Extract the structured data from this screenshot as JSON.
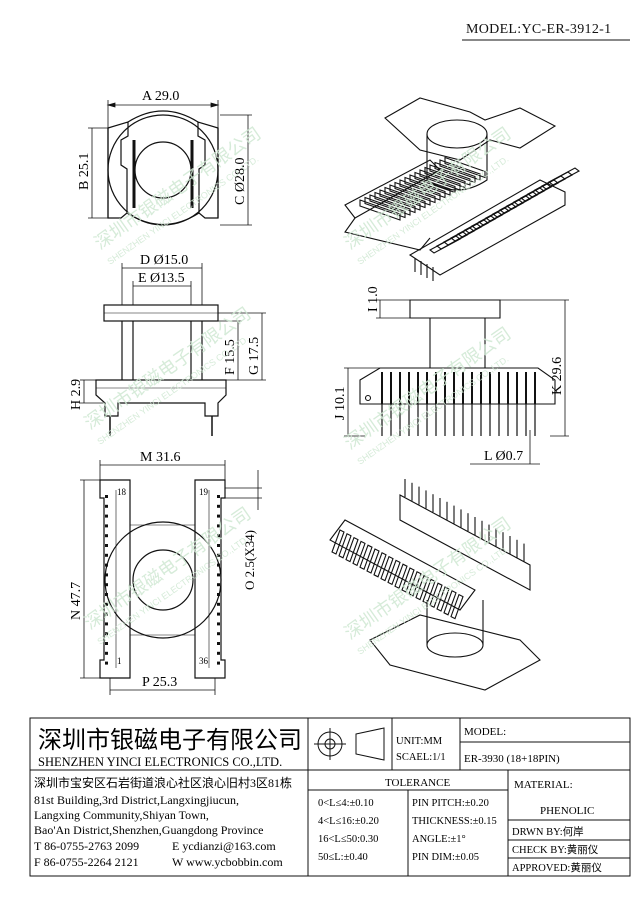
{
  "model_header": "MODEL:YC-ER-3912-1",
  "dims": {
    "A": "A 29.0",
    "B": "B 25.1",
    "C": "C Ø28.0",
    "D": "D Ø15.0",
    "E": "E Ø13.5",
    "F": "F 15.5",
    "G": "G 17.5",
    "H": "H 2.9",
    "I": "I 1.0",
    "J": "J 10.1",
    "K": "K 29.6",
    "L": "L Ø0.7",
    "M": "M 31.6",
    "N": "N 47.7",
    "O": "O 2.5(X34)",
    "P": "P 25.3"
  },
  "pins": {
    "p18": "18",
    "p19": "19",
    "p1": "1",
    "p36": "36"
  },
  "watermark": {
    "cn": "深圳市银磁电子有限公司",
    "en": "SHENZHEN YINCI ELECTRONICS CO.,LTD."
  },
  "company": {
    "name_cn": "深圳市银磁电子有限公司",
    "name_en": "SHENZHEN YINCI ELECTRONICS CO.,LTD.",
    "address_cn": "深圳市宝安区石岩街道浪心社区浪心旧村3区81栋",
    "address_en": [
      "81st Building,3rd District,Langxingjiucun,",
      "Langxing Community,Shiyan Town,",
      "Bao'An District,Shenzhen,Guangdong Province"
    ],
    "tel": "T 86-0755-2763 2099",
    "email": "E ycdianzi@163.com",
    "fax": "F 86-0755-2264 2121",
    "web": "W www.ycbobbin.com"
  },
  "unit": "UNIT:MM",
  "scale": "SCAEL:1/1",
  "model_label": "MODEL:",
  "model_value": "ER-3930 (18+18PIN)",
  "tolerance": {
    "title": "TOLERANCE",
    "rows": [
      "0<L≤4:±0.10",
      "4<L≤16:±0.20",
      "16<L≤50:0.30",
      "50≤L:±0.40"
    ],
    "pin_rows": [
      "PIN PITCH:±0.20",
      "THICKNESS:±0.15",
      "ANGLE:±1°",
      "PIN DIM:±0.05"
    ]
  },
  "material_label": "MATERIAL:",
  "material_value": "PHENOLIC",
  "drawn_by": "DRWN BY:何岸",
  "check_by": "CHECK BY:黄丽仪",
  "approved_by": "APPROVED:黄丽仪"
}
